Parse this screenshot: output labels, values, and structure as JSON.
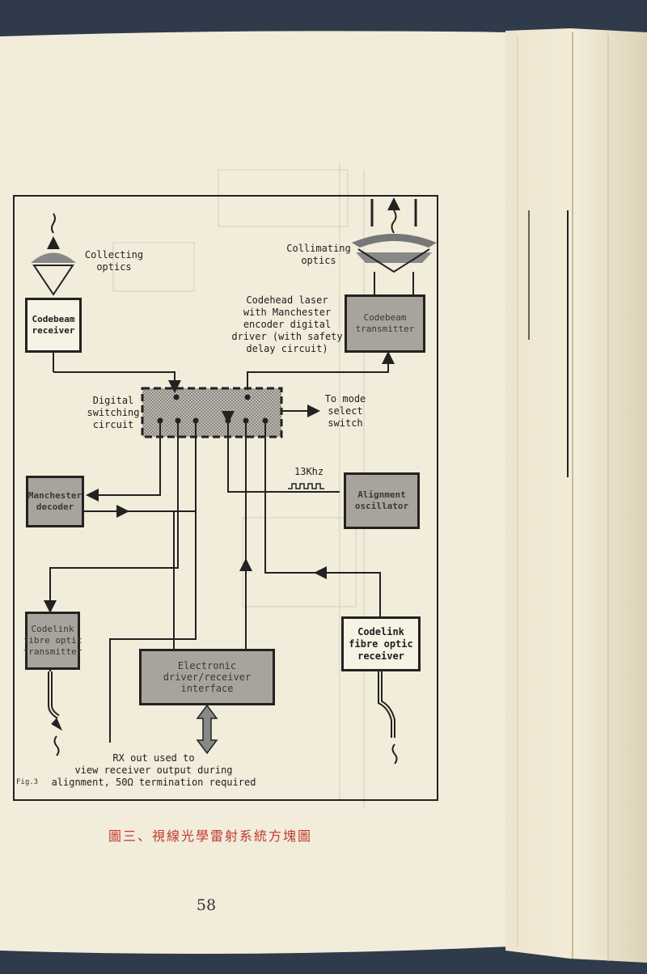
{
  "labels": {
    "collecting": "Collecting\noptics",
    "collimating": "Collimating\noptics",
    "codehead": "Codehead laser\nwith Manchester\nencoder digital\ndriver (with safety\ndelay circuit)",
    "digital_switching": "Digital\nswitching\ncircuit",
    "to_mode": "To mode\nselect\nswitch",
    "freq": "13Khz",
    "rx_out": "RX out used to\nview receiver output during\nalignment, 50Ω termination required",
    "fig": "Fig.3"
  },
  "boxes": {
    "codebeam_receiver": "Codebeam\nreceiver",
    "codebeam_transmitter": "Codebeam\ntransmitter",
    "manchester_decoder": "Manchester\ndecoder",
    "alignment_oscillator": "Alignment\noscillator",
    "codelink_transmitter": "Codelink\nfibre optic\ntransmitter",
    "codelink_receiver": "Codelink\nfibre optic\nreceiver",
    "electronic_interface": "Electronic\ndriver/receiver\ninterface"
  },
  "caption": "圖三、視線光學雷射系統方塊圖",
  "page_number": "58"
}
